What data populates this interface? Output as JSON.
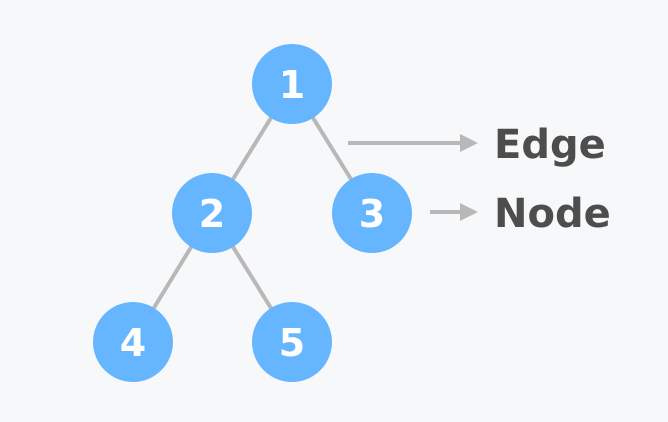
{
  "colors": {
    "background": "#f7f8fa",
    "node_fill": "#66b5ff",
    "node_text": "#ffffff",
    "edge": "#b8b8b8",
    "arrow": "#b8b8b8",
    "legend_text": "#4d4d4d"
  },
  "tree": {
    "nodes": [
      {
        "id": "1",
        "label": "1"
      },
      {
        "id": "2",
        "label": "2"
      },
      {
        "id": "3",
        "label": "3"
      },
      {
        "id": "4",
        "label": "4"
      },
      {
        "id": "5",
        "label": "5"
      }
    ],
    "edges": [
      {
        "from": "1",
        "to": "2"
      },
      {
        "from": "1",
        "to": "3"
      },
      {
        "from": "2",
        "to": "4"
      },
      {
        "from": "2",
        "to": "5"
      }
    ]
  },
  "legend": {
    "edge_label": "Edge",
    "node_label": "Node",
    "arrow_icon": "right-arrow-icon"
  }
}
